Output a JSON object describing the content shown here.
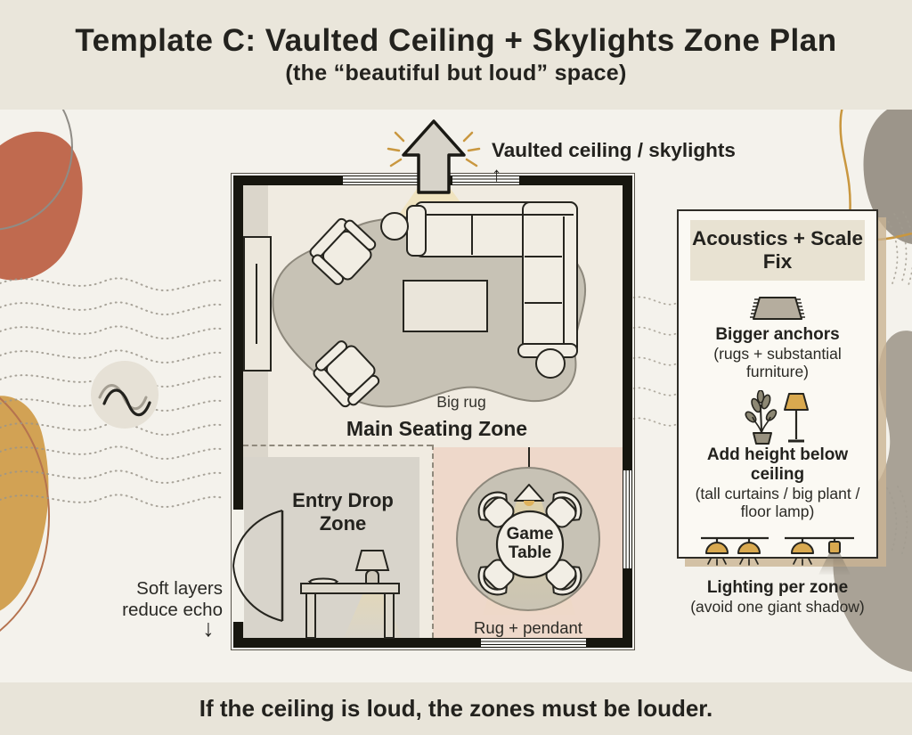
{
  "header": {
    "title": "Template C: Vaulted Ceiling + Skylights Zone Plan",
    "subtitle": "(the “beautiful but loud” space)"
  },
  "footer": {
    "tagline": "If the ceiling is loud, the zones must be louder."
  },
  "callouts": {
    "skylight": "Vaulted ceiling / skylights ↑",
    "soft_layers": "Soft layers reduce echo",
    "soft_layers_arrow": "↓"
  },
  "floor_plan": {
    "main_zone": {
      "rug_caption": "Big rug",
      "name": "Main Seating Zone"
    },
    "entry_zone": {
      "name": "Entry Drop Zone"
    },
    "game_zone": {
      "table_name": "Game Table",
      "caption": "Rug + pendant"
    }
  },
  "panel": {
    "title": "Acoustics + Scale Fix",
    "items": [
      {
        "icon": "area-rug-icon",
        "label": "Bigger anchors",
        "detail": "(rugs + substantial furniture)"
      },
      {
        "icon": "plant-and-floor-lamp-icon",
        "label": "Add height below ceiling",
        "detail": "(tall curtains / big plant / floor lamp)"
      },
      {
        "icon": "zone-lighting-icon",
        "label": "Lighting per zone",
        "detail": "(avoid one giant shadow)"
      }
    ]
  },
  "colors": {
    "page_bg": "#f4f2ec",
    "band_bg": "#eae6db",
    "wall": "#17160f",
    "floor": "#f0ebe1",
    "entry_zone": "#d8d4cb",
    "game_zone": "#eed8ca",
    "rug": "#c7c2b5",
    "terracotta": "#c06a4f",
    "gold": "#d2a254",
    "gray_blob": "#9c958a",
    "accent_lamp": "#d9a94f",
    "panel_bg": "#fbf9f3",
    "panel_header_bg": "#e8e2d2",
    "light_beam": "#f0dca0"
  }
}
